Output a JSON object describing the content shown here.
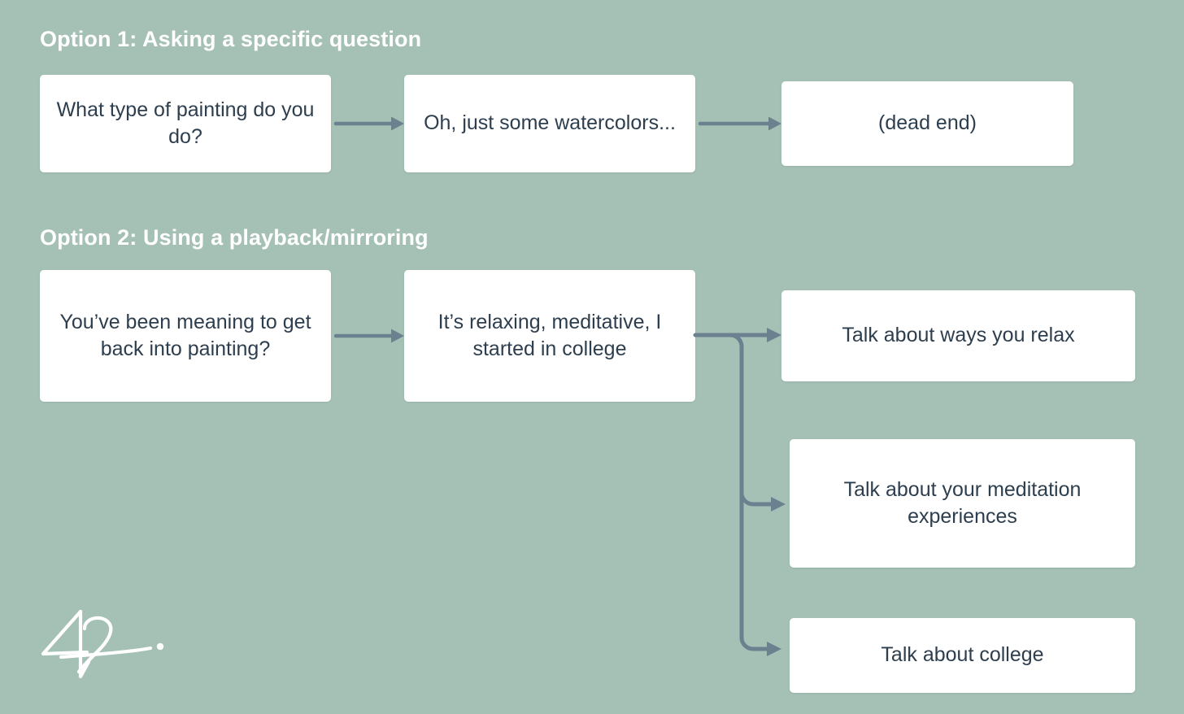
{
  "canvas": {
    "background_color": "#a5c0b5",
    "box_color": "#ffffff",
    "text_color": "#2d3e4e",
    "heading_color": "#ffffff",
    "connector_color": "#6b8190"
  },
  "sections": [
    {
      "id": "option-1",
      "heading": "Option 1: Asking a specific question",
      "nodes": [
        {
          "id": "q1",
          "label": "What type of painting do you do?"
        },
        {
          "id": "a1",
          "label": "Oh, just some watercolors..."
        },
        {
          "id": "dead-end",
          "label": "(dead end)"
        }
      ]
    },
    {
      "id": "option-2",
      "heading": "Option 2: Using a playback/mirroring",
      "nodes": [
        {
          "id": "q2",
          "label": "You’ve been meaning to get back into painting?"
        },
        {
          "id": "a2",
          "label": "It’s relaxing, meditative, I started in college"
        },
        {
          "id": "o1",
          "label": "Talk about ways you relax"
        },
        {
          "id": "o2",
          "label": "Talk about your meditation experiences"
        },
        {
          "id": "o3",
          "label": "Talk about college"
        }
      ]
    }
  ],
  "connectors": [
    {
      "id": "row1-a",
      "from": "q1",
      "to": "a1",
      "style": "straight-arrow"
    },
    {
      "id": "row1-b",
      "from": "a1",
      "to": "dead-end",
      "style": "straight-arrow"
    },
    {
      "id": "row2-a",
      "from": "q2",
      "to": "a2",
      "style": "straight-arrow"
    },
    {
      "id": "branch-1",
      "from": "a2",
      "to": "o1",
      "style": "branch-arrow"
    },
    {
      "id": "branch-2",
      "from": "a2",
      "to": "o2",
      "style": "branch-arrow"
    },
    {
      "id": "branch-3",
      "from": "a2",
      "to": "o3",
      "style": "branch-arrow"
    }
  ],
  "logo": {
    "name": "42-logo",
    "text": "42"
  }
}
